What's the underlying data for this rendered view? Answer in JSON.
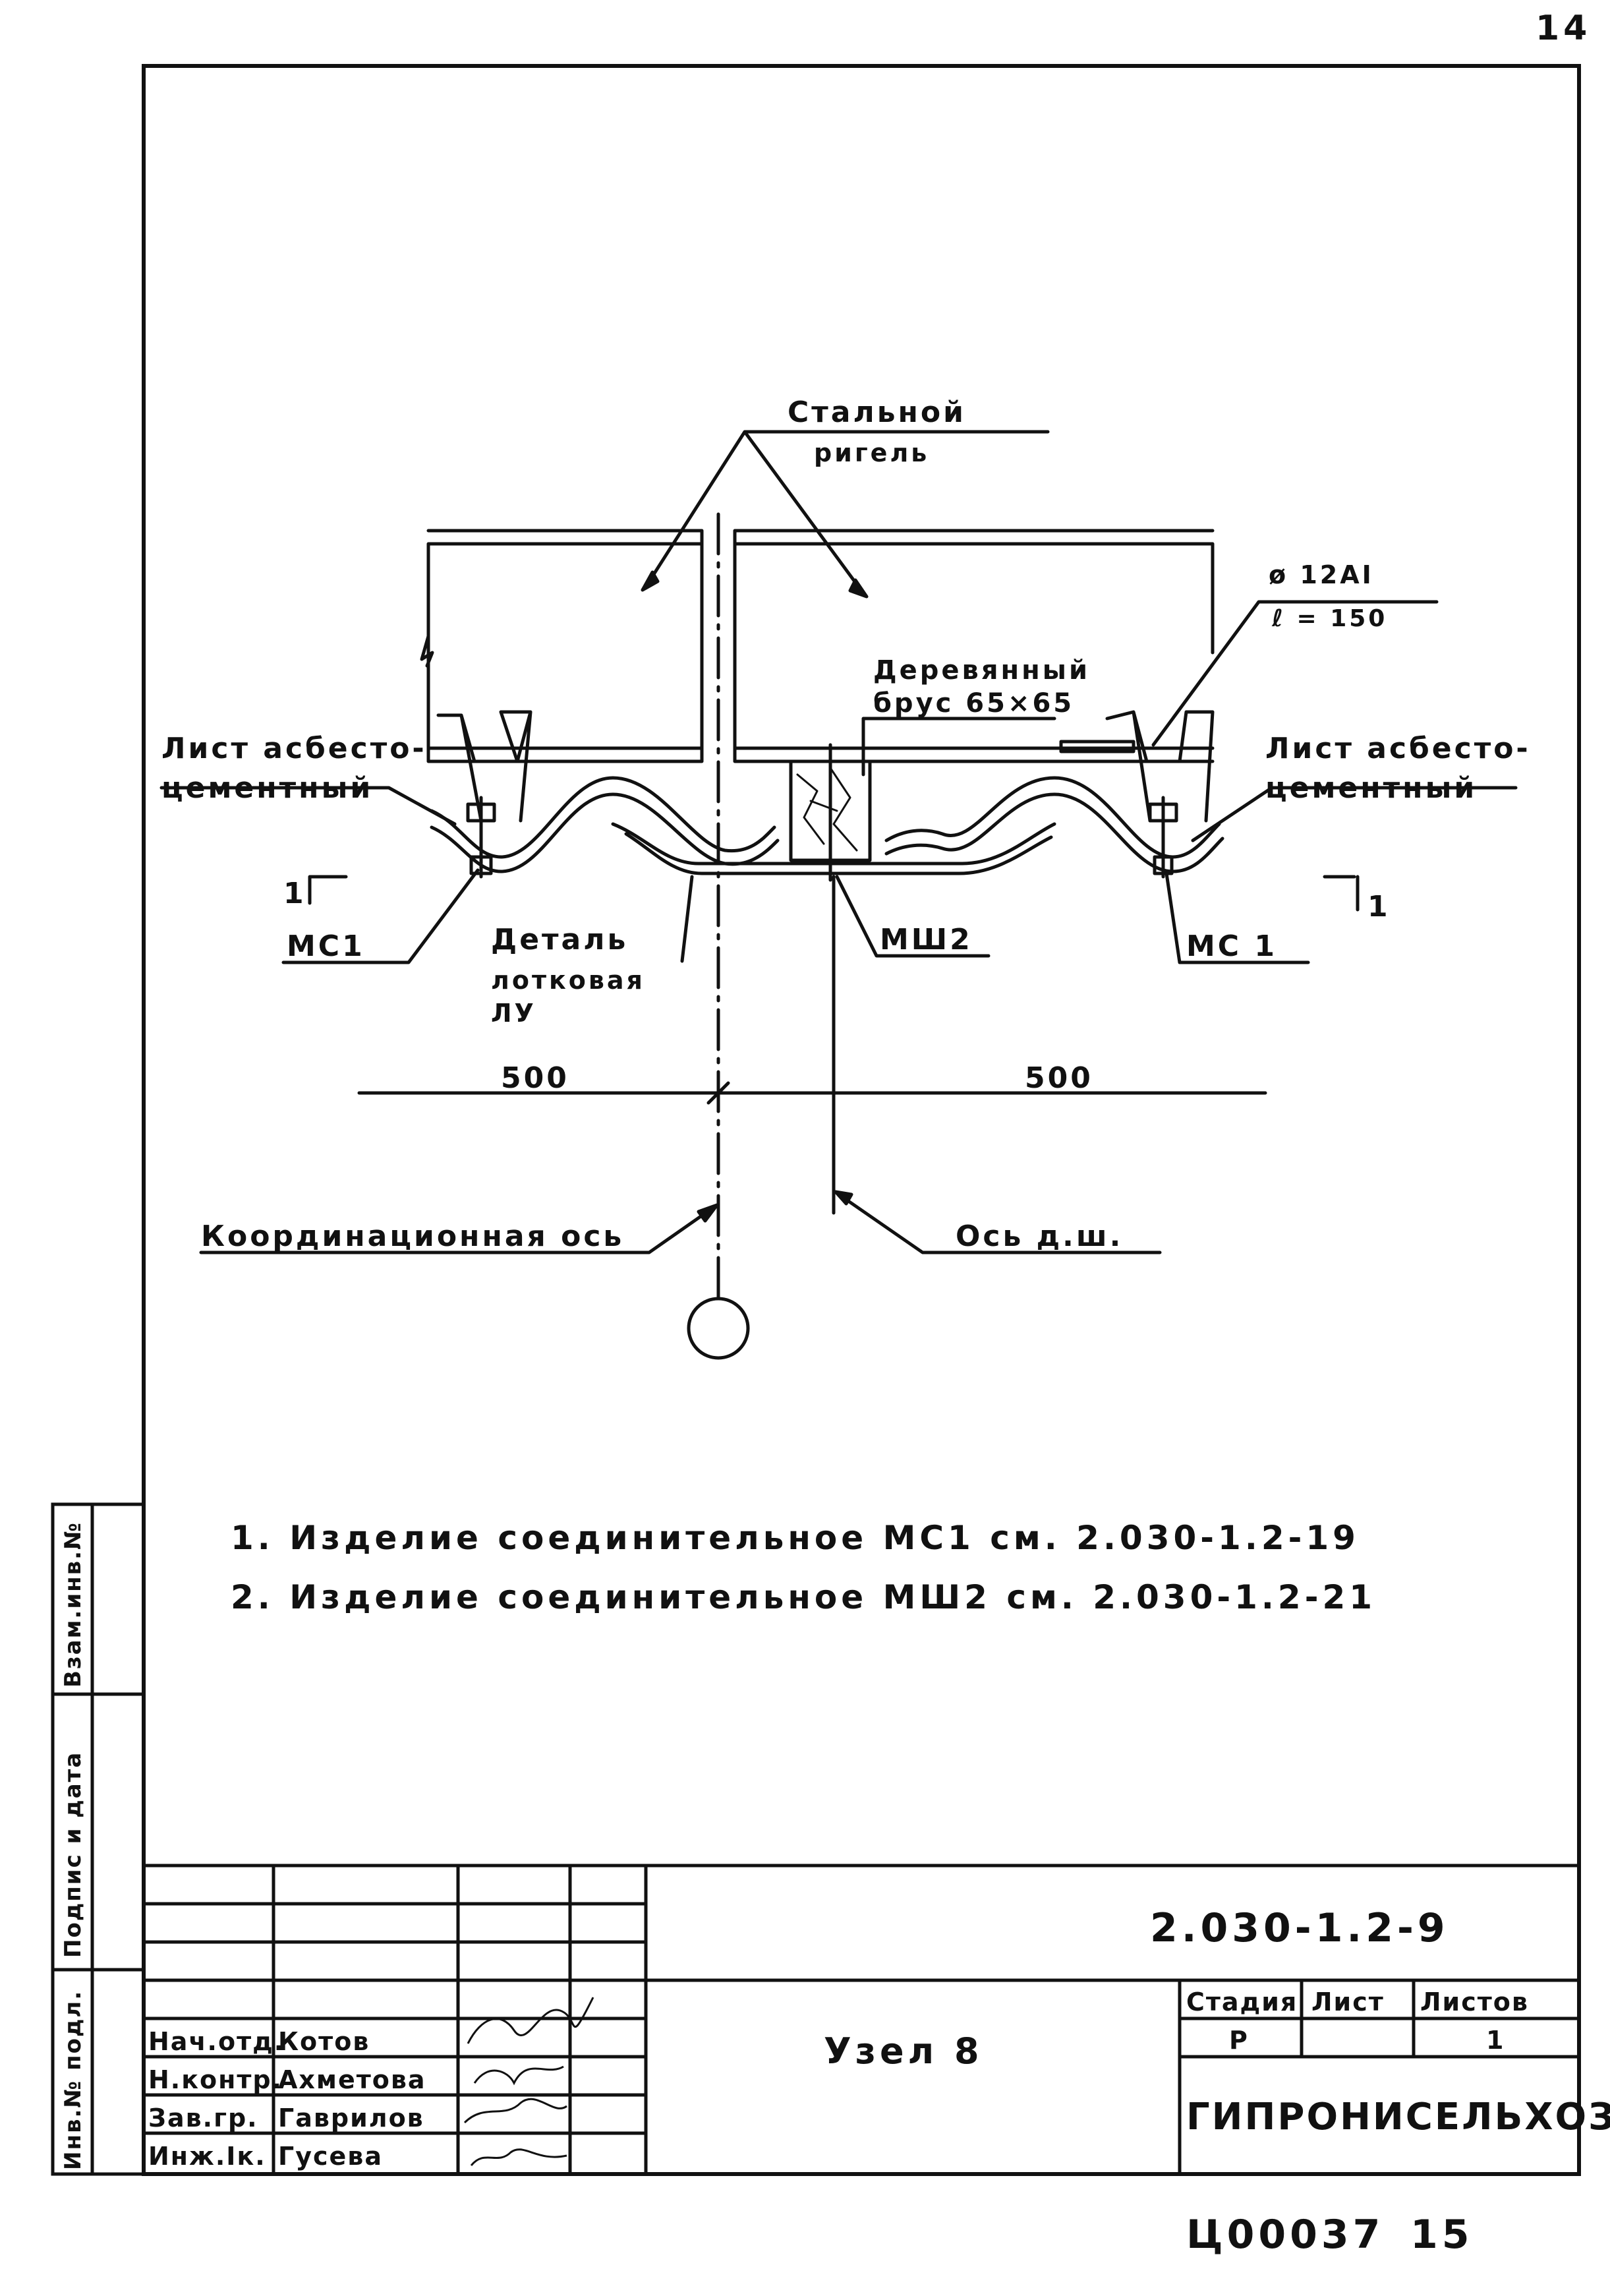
{
  "sheet": {
    "top_page_number": "14",
    "bottom_code": "Ц00037",
    "bottom_page_number": "15"
  },
  "drawing": {
    "labels": {
      "steel_girder": [
        "Стальной",
        "ригель"
      ],
      "rod_diameter": "ø 12AI",
      "rod_length": "ℓ = 150",
      "wood_beam": [
        "Деревянный",
        "брус 65×65"
      ],
      "asbestos_sheet_left": [
        "Лист асбесто-",
        "цементный"
      ],
      "asbestos_sheet_right": [
        "Лист асбесто-",
        "цементный"
      ],
      "section_left": "1",
      "section_right": "1",
      "mc1_left": "МС1",
      "mc1_right": "МС 1",
      "tray_detail": [
        "Деталь",
        "лотковая",
        "ЛУ"
      ],
      "msh2": "МШ2",
      "dim_left": "500",
      "dim_right": "500",
      "coord_axis": "Координационная ось",
      "seam_axis": "Ось д.ш."
    }
  },
  "notes": [
    "1. Изделие соединительное  МС1 см. 2.030-1.2-19",
    "2. Изделие соединительное  МШ2 см. 2.030-1.2-21"
  ],
  "side_stamp": {
    "cells": [
      "Взам.инв.№",
      "Подпис и дата",
      "Инв.№ подл."
    ]
  },
  "title_block": {
    "doc_code": "2.030-1.2-9",
    "title": "Узел 8",
    "stage_header": "Стадия",
    "sheet_header": "Лист",
    "sheets_header": "Листов",
    "stage_value": "Р",
    "sheet_value": "",
    "sheets_value": "1",
    "organization": "ГИПРОНИСЕЛЬХОЗ",
    "signers": [
      {
        "role": "Нач.отд.",
        "name": "Котов"
      },
      {
        "role": "Н.контр.",
        "name": "Ахметова"
      },
      {
        "role": "Зав.гр.",
        "name": "Гаврилов"
      },
      {
        "role": "Инж.Iк.",
        "name": "Гусева"
      }
    ]
  }
}
